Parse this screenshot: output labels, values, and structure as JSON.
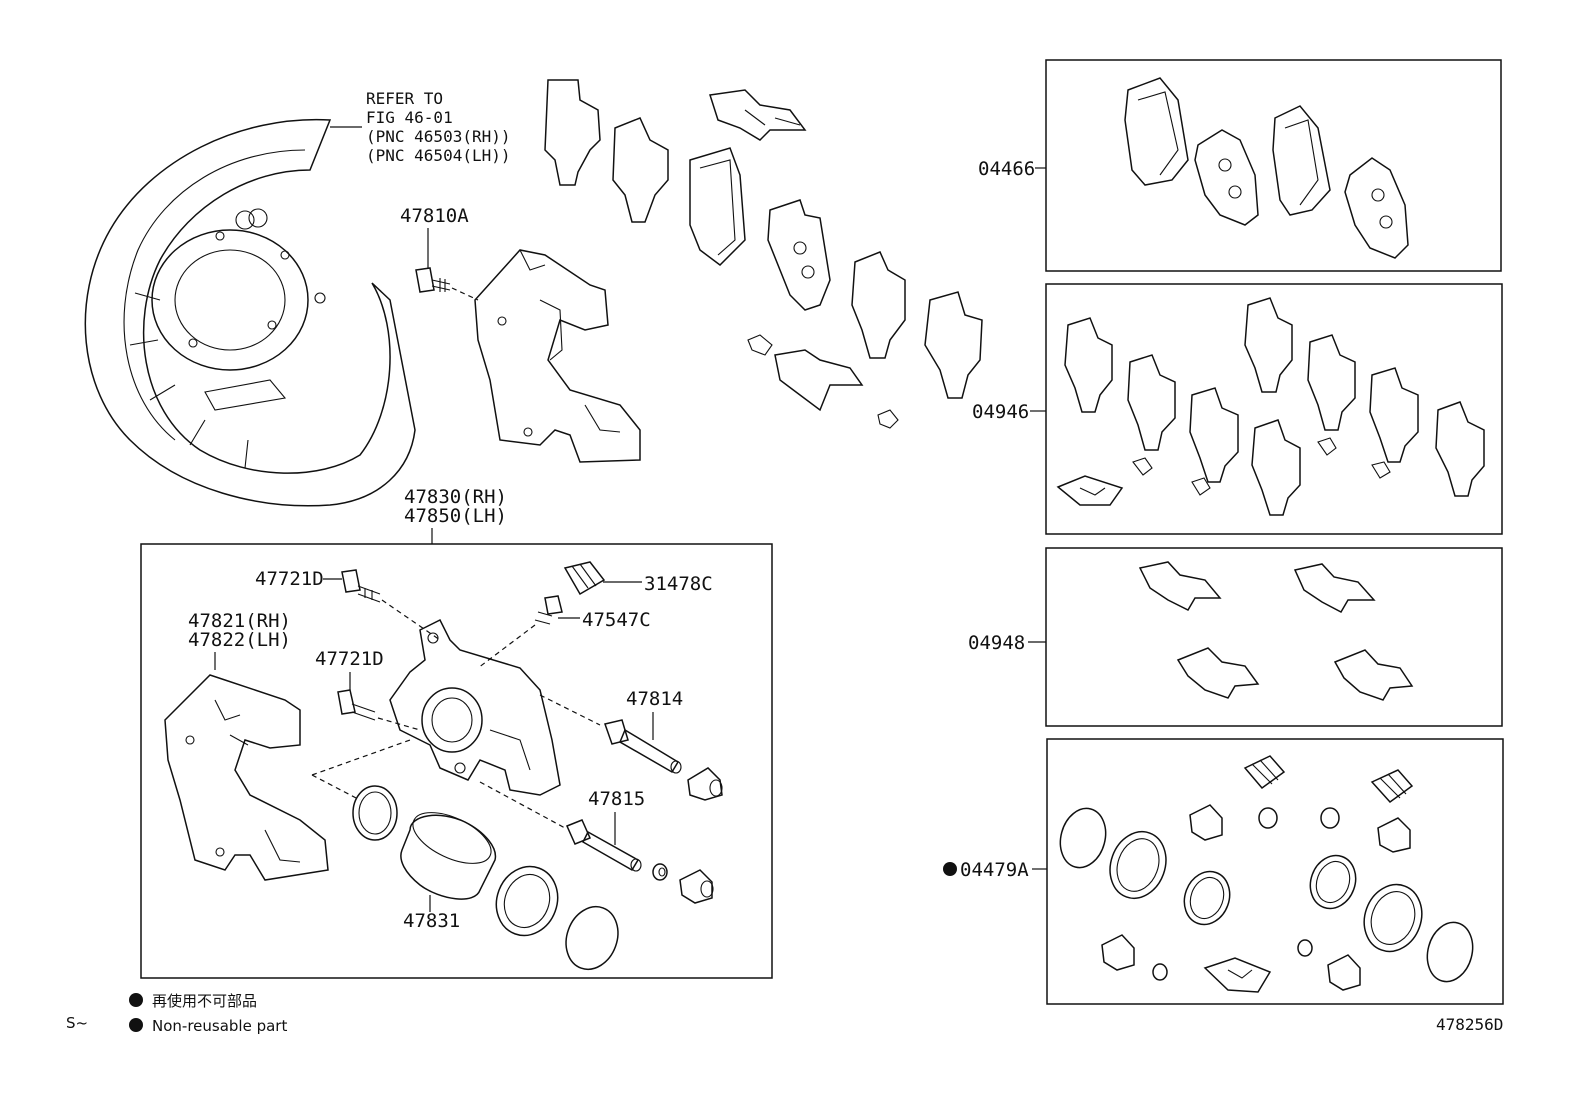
{
  "refer": {
    "line1": "REFER TO",
    "line2": "FIG 46-01",
    "line3": "(PNC 46503(RH))",
    "line4": "(PNC 46504(LH))"
  },
  "labels": {
    "p47810A": "47810A",
    "p47830": "47830(RH)",
    "p47850": "47850(LH)",
    "p47721D_1": "47721D",
    "p47721D_2": "47721D",
    "p31478C": "31478C",
    "p47547C": "47547C",
    "p47821": "47821(RH)",
    "p47822": "47822(LH)",
    "p47814": "47814",
    "p47815": "47815",
    "p47831": "47831",
    "p04466": "04466",
    "p04946": "04946",
    "p04948": "04948",
    "p04479A": "04479A"
  },
  "legend": {
    "jp": "再使用不可部品",
    "en": "Non-reusable part",
    "corner_left": "S~",
    "figure_code": "478256D"
  }
}
